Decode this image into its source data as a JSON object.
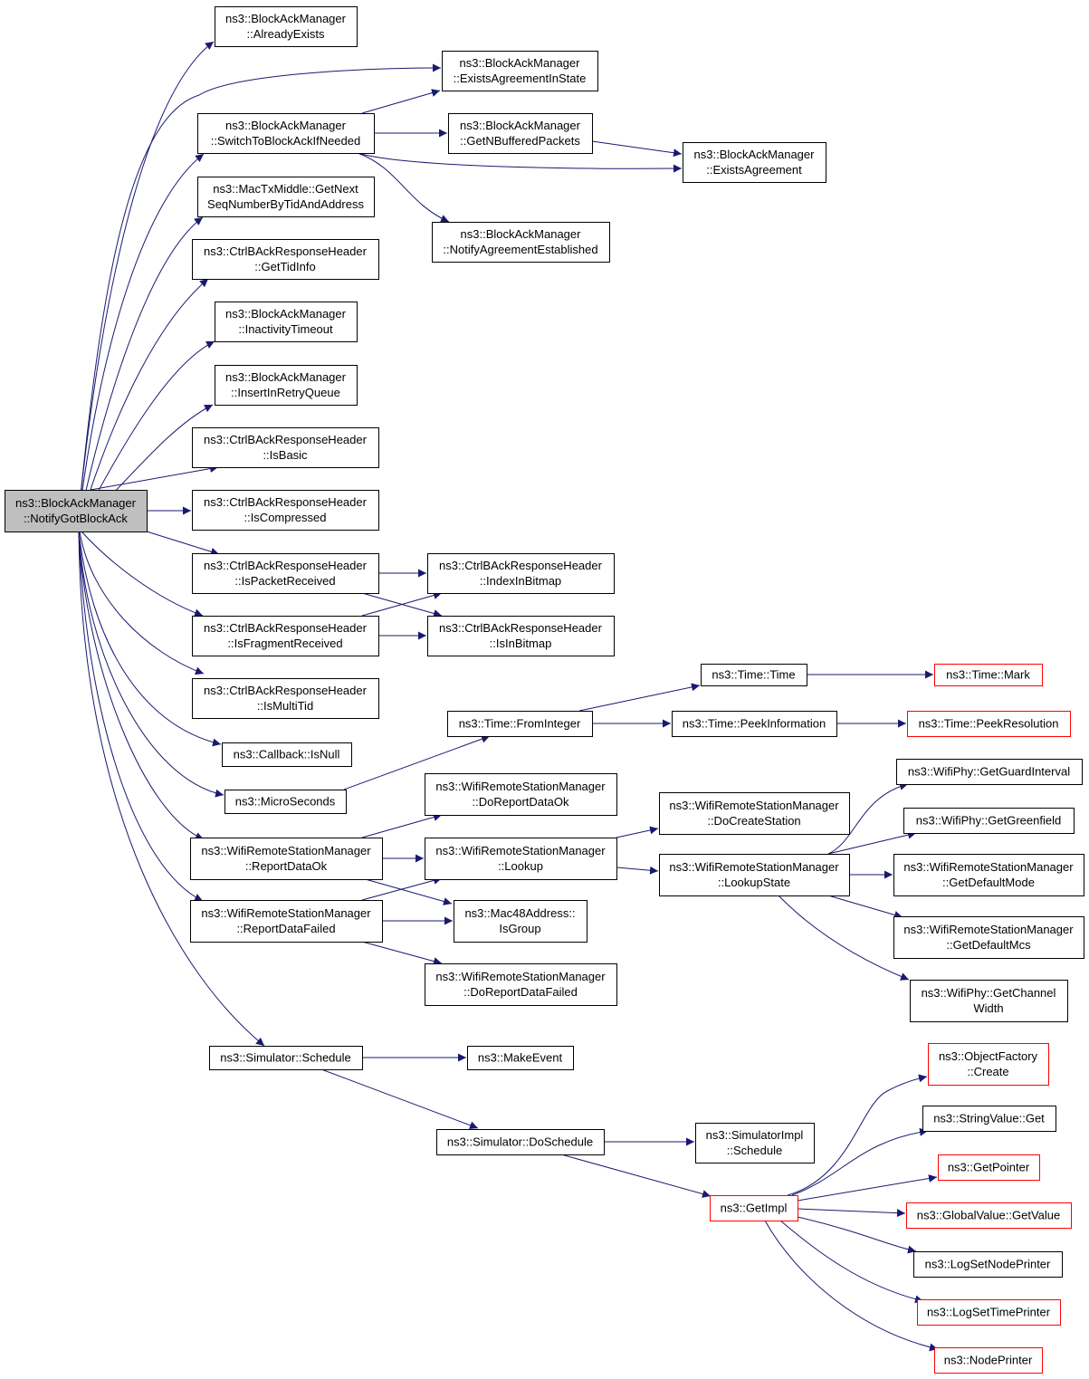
{
  "diagram": {
    "type": "call-graph",
    "colors": {
      "edge": "#191970",
      "root_fill": "#bfbfbf",
      "truncated_border": "#ff0000",
      "border": "#000000"
    },
    "nodes": [
      {
        "id": "n0",
        "lines": [
          "ns3::BlockAckManager",
          "::NotifyGotBlockAck"
        ],
        "root": true
      },
      {
        "id": "n1",
        "lines": [
          "ns3::BlockAckManager",
          "::AlreadyExists"
        ]
      },
      {
        "id": "n2",
        "lines": [
          "ns3::BlockAckManager",
          "::ExistsAgreementInState"
        ]
      },
      {
        "id": "n3",
        "lines": [
          "ns3::BlockAckManager",
          "::SwitchToBlockAckIfNeeded"
        ]
      },
      {
        "id": "n4",
        "lines": [
          "ns3::BlockAckManager",
          "::GetNBufferedPackets"
        ]
      },
      {
        "id": "n5",
        "lines": [
          "ns3::BlockAckManager",
          "::ExistsAgreement"
        ]
      },
      {
        "id": "n6",
        "lines": [
          "ns3::MacTxMiddle::GetNext",
          "SeqNumberByTidAndAddress"
        ]
      },
      {
        "id": "n7",
        "lines": [
          "ns3::BlockAckManager",
          "::NotifyAgreementEstablished"
        ]
      },
      {
        "id": "n8",
        "lines": [
          "ns3::CtrlBAckResponseHeader",
          "::GetTidInfo"
        ]
      },
      {
        "id": "n9",
        "lines": [
          "ns3::BlockAckManager",
          "::InactivityTimeout"
        ]
      },
      {
        "id": "n10",
        "lines": [
          "ns3::BlockAckManager",
          "::InsertInRetryQueue"
        ]
      },
      {
        "id": "n11",
        "lines": [
          "ns3::CtrlBAckResponseHeader",
          "::IsBasic"
        ]
      },
      {
        "id": "n12",
        "lines": [
          "ns3::CtrlBAckResponseHeader",
          "::IsCompressed"
        ]
      },
      {
        "id": "n13",
        "lines": [
          "ns3::CtrlBAckResponseHeader",
          "::IsPacketReceived"
        ]
      },
      {
        "id": "n14",
        "lines": [
          "ns3::CtrlBAckResponseHeader",
          "::IndexInBitmap"
        ]
      },
      {
        "id": "n15",
        "lines": [
          "ns3::CtrlBAckResponseHeader",
          "::IsFragmentReceived"
        ]
      },
      {
        "id": "n16",
        "lines": [
          "ns3::CtrlBAckResponseHeader",
          "::IsInBitmap"
        ]
      },
      {
        "id": "n17",
        "lines": [
          "ns3::CtrlBAckResponseHeader",
          "::IsMultiTid"
        ]
      },
      {
        "id": "n18",
        "lines": [
          "ns3::Time::Time"
        ]
      },
      {
        "id": "n19",
        "lines": [
          "ns3::Time::Mark"
        ],
        "truncated": true
      },
      {
        "id": "n20",
        "lines": [
          "ns3::Time::FromInteger"
        ]
      },
      {
        "id": "n21",
        "lines": [
          "ns3::Time::PeekInformation"
        ]
      },
      {
        "id": "n22",
        "lines": [
          "ns3::Time::PeekResolution"
        ],
        "truncated": true
      },
      {
        "id": "n23",
        "lines": [
          "ns3::Callback::IsNull"
        ]
      },
      {
        "id": "n24",
        "lines": [
          "ns3::MicroSeconds"
        ]
      },
      {
        "id": "n25",
        "lines": [
          "ns3::WifiRemoteStationManager",
          "::DoReportDataOk"
        ]
      },
      {
        "id": "n26",
        "lines": [
          "ns3::WifiPhy::GetGuardInterval"
        ]
      },
      {
        "id": "n27",
        "lines": [
          "ns3::WifiRemoteStationManager",
          "::DoCreateStation"
        ]
      },
      {
        "id": "n28",
        "lines": [
          "ns3::WifiPhy::GetGreenfield"
        ]
      },
      {
        "id": "n29",
        "lines": [
          "ns3::WifiRemoteStationManager",
          "::ReportDataOk"
        ]
      },
      {
        "id": "n30",
        "lines": [
          "ns3::WifiRemoteStationManager",
          "::Lookup"
        ]
      },
      {
        "id": "n31",
        "lines": [
          "ns3::WifiRemoteStationManager",
          "::LookupState"
        ]
      },
      {
        "id": "n32",
        "lines": [
          "ns3::WifiRemoteStationManager",
          "::GetDefaultMode"
        ]
      },
      {
        "id": "n33",
        "lines": [
          "ns3::Mac48Address::",
          "IsGroup"
        ]
      },
      {
        "id": "n34",
        "lines": [
          "ns3::WifiRemoteStationManager",
          "::ReportDataFailed"
        ]
      },
      {
        "id": "n35",
        "lines": [
          "ns3::WifiRemoteStationManager",
          "::GetDefaultMcs"
        ]
      },
      {
        "id": "n36",
        "lines": [
          "ns3::WifiRemoteStationManager",
          "::DoReportDataFailed"
        ]
      },
      {
        "id": "n37",
        "lines": [
          "ns3::WifiPhy::GetChannel",
          "Width"
        ]
      },
      {
        "id": "n38",
        "lines": [
          "ns3::Simulator::Schedule"
        ]
      },
      {
        "id": "n39",
        "lines": [
          "ns3::MakeEvent"
        ]
      },
      {
        "id": "n40",
        "lines": [
          "ns3::ObjectFactory",
          "::Create"
        ],
        "truncated": true
      },
      {
        "id": "n41",
        "lines": [
          "ns3::StringValue::Get"
        ]
      },
      {
        "id": "n42",
        "lines": [
          "ns3::Simulator::DoSchedule"
        ]
      },
      {
        "id": "n43",
        "lines": [
          "ns3::SimulatorImpl",
          "::Schedule"
        ]
      },
      {
        "id": "n44",
        "lines": [
          "ns3::GetPointer"
        ],
        "truncated": true
      },
      {
        "id": "n45",
        "lines": [
          "ns3::GetImpl"
        ],
        "truncated": true
      },
      {
        "id": "n46",
        "lines": [
          "ns3::GlobalValue::GetValue"
        ],
        "truncated": true
      },
      {
        "id": "n47",
        "lines": [
          "ns3::LogSetNodePrinter"
        ]
      },
      {
        "id": "n48",
        "lines": [
          "ns3::LogSetTimePrinter"
        ],
        "truncated": true
      },
      {
        "id": "n49",
        "lines": [
          "ns3::NodePrinter"
        ],
        "truncated": true
      }
    ],
    "edges": [
      [
        "n0",
        "n1"
      ],
      [
        "n0",
        "n2"
      ],
      [
        "n0",
        "n3"
      ],
      [
        "n0",
        "n6"
      ],
      [
        "n0",
        "n8"
      ],
      [
        "n0",
        "n9"
      ],
      [
        "n0",
        "n10"
      ],
      [
        "n0",
        "n11"
      ],
      [
        "n0",
        "n12"
      ],
      [
        "n0",
        "n13"
      ],
      [
        "n0",
        "n15"
      ],
      [
        "n0",
        "n17"
      ],
      [
        "n0",
        "n23"
      ],
      [
        "n0",
        "n24"
      ],
      [
        "n0",
        "n29"
      ],
      [
        "n0",
        "n34"
      ],
      [
        "n0",
        "n38"
      ],
      [
        "n3",
        "n2"
      ],
      [
        "n3",
        "n4"
      ],
      [
        "n3",
        "n5"
      ],
      [
        "n3",
        "n7"
      ],
      [
        "n4",
        "n5"
      ],
      [
        "n13",
        "n14"
      ],
      [
        "n13",
        "n16"
      ],
      [
        "n15",
        "n14"
      ],
      [
        "n15",
        "n16"
      ],
      [
        "n24",
        "n20"
      ],
      [
        "n20",
        "n18"
      ],
      [
        "n20",
        "n21"
      ],
      [
        "n18",
        "n19"
      ],
      [
        "n21",
        "n22"
      ],
      [
        "n29",
        "n25"
      ],
      [
        "n29",
        "n30"
      ],
      [
        "n29",
        "n33"
      ],
      [
        "n34",
        "n30"
      ],
      [
        "n34",
        "n33"
      ],
      [
        "n34",
        "n36"
      ],
      [
        "n30",
        "n27"
      ],
      [
        "n30",
        "n31"
      ],
      [
        "n31",
        "n26"
      ],
      [
        "n31",
        "n28"
      ],
      [
        "n31",
        "n32"
      ],
      [
        "n31",
        "n35"
      ],
      [
        "n31",
        "n37"
      ],
      [
        "n38",
        "n39"
      ],
      [
        "n38",
        "n42"
      ],
      [
        "n42",
        "n43"
      ],
      [
        "n42",
        "n45"
      ],
      [
        "n45",
        "n40"
      ],
      [
        "n45",
        "n41"
      ],
      [
        "n45",
        "n44"
      ],
      [
        "n45",
        "n46"
      ],
      [
        "n45",
        "n47"
      ],
      [
        "n45",
        "n48"
      ],
      [
        "n45",
        "n49"
      ]
    ]
  }
}
